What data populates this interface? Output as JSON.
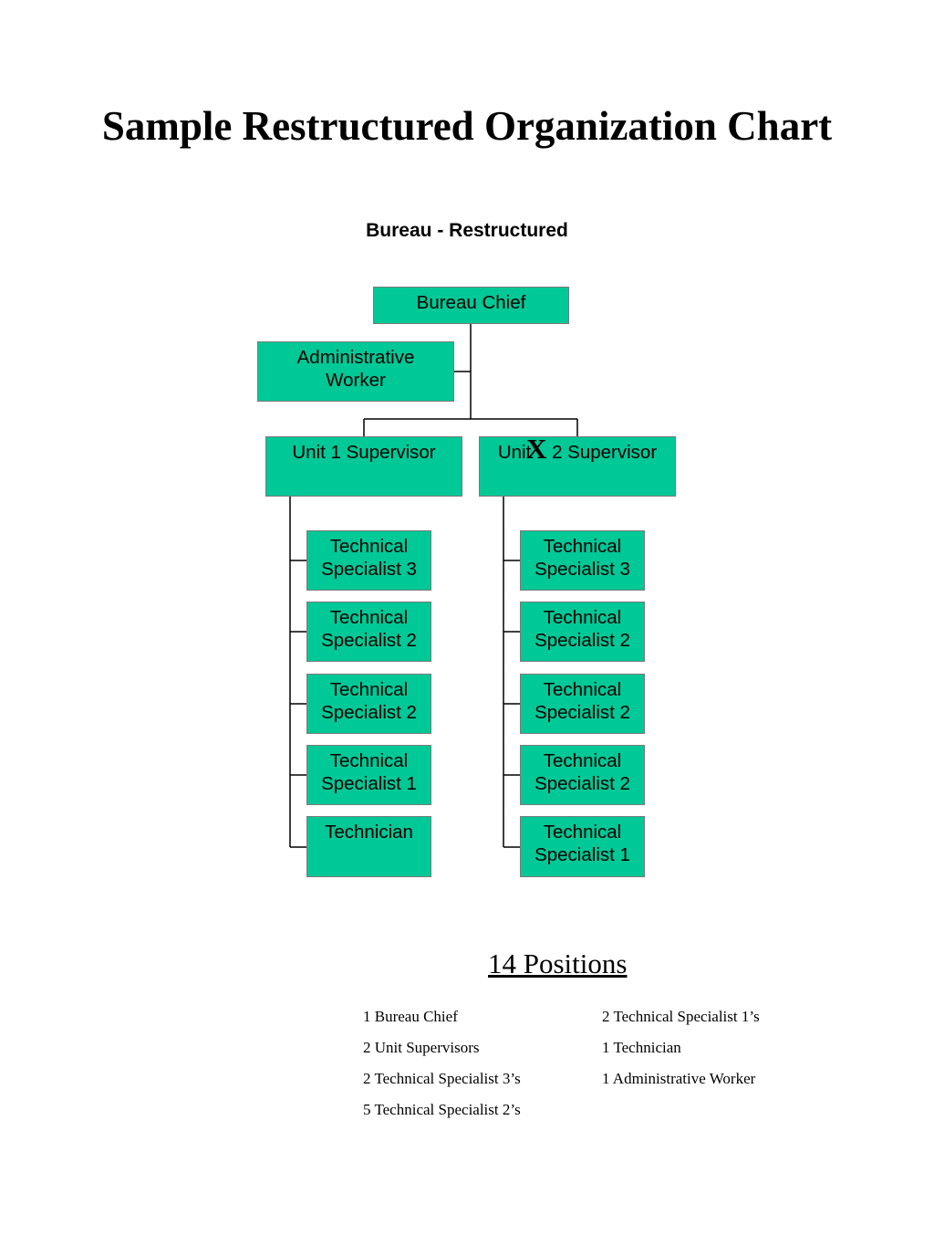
{
  "page": {
    "title": "Sample Restructured Organization Chart"
  },
  "org_chart": {
    "title": "Bureau - Restructured",
    "box_color": "#00c896",
    "root": {
      "label": "Bureau Chief"
    },
    "staff": {
      "label": "Administrative\nWorker"
    },
    "units": [
      {
        "supervisor": "Unit 1 Supervisor",
        "members": [
          "Technical\nSpecialist 3",
          "Technical\nSpecialist 2",
          "Technical\nSpecialist 2",
          "Technical\nSpecialist 1",
          "Technician"
        ]
      },
      {
        "supervisor": "Unit    2 Supervisor",
        "members": [
          "Technical\nSpecialist 3",
          "Technical\nSpecialist 2",
          "Technical\nSpecialist 2",
          "Technical\nSpecialist 2",
          "Technical\nSpecialist 1"
        ]
      }
    ],
    "annotation_mark": "X"
  },
  "summary": {
    "title": "14 Positions",
    "left_column": [
      "1 Bureau Chief",
      "2 Unit Supervisors",
      "2 Technical Specialist 3’s",
      "5 Technical Specialist 2’s"
    ],
    "right_column": [
      "2 Technical Specialist 1’s",
      "1 Technician",
      "1 Administrative Worker"
    ]
  }
}
